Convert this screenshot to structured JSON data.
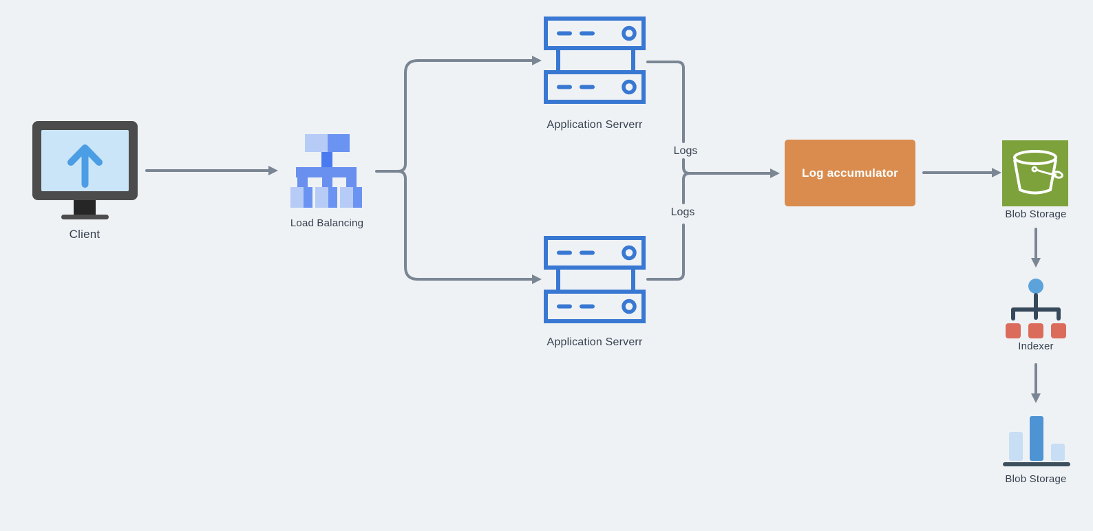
{
  "diagram": {
    "type": "architecture-flow",
    "background_color": "#EFF2F5",
    "connector_color": "#7A8693",
    "nodes": {
      "client": {
        "label": "Client"
      },
      "load_balancing": {
        "label": "Load Balancing",
        "colors": {
          "light": "#B6CBF6",
          "medium": "#6B93F1",
          "dark": "#4A7AF0",
          "bar": "#6990EF"
        }
      },
      "app_server_top": {
        "label": "Application Serverr",
        "outline_color": "#3878D2"
      },
      "app_server_bottom": {
        "label": "Application Serverr",
        "outline_color": "#3878D2"
      },
      "log_accumulator": {
        "label": "Log accumulator",
        "fill": "#D98C4E",
        "text_color": "#FFFFFF"
      },
      "blob_storage_top": {
        "label": "Blob Storage",
        "fill": "#7DA23C"
      },
      "indexer": {
        "label": "Indexer",
        "colors": {
          "circle": "#5CA3DB",
          "bracket": "#36495B",
          "shard": "#DB6C5C"
        }
      },
      "blob_storage_bottom": {
        "label": "Blob Storage",
        "colors": {
          "bar_light": "#C7DEF5",
          "bar_dark": "#4E93D3",
          "baseline": "#3D4F5C"
        }
      }
    },
    "edge_labels": {
      "logs_top": "Logs",
      "logs_bottom": "Logs"
    }
  }
}
